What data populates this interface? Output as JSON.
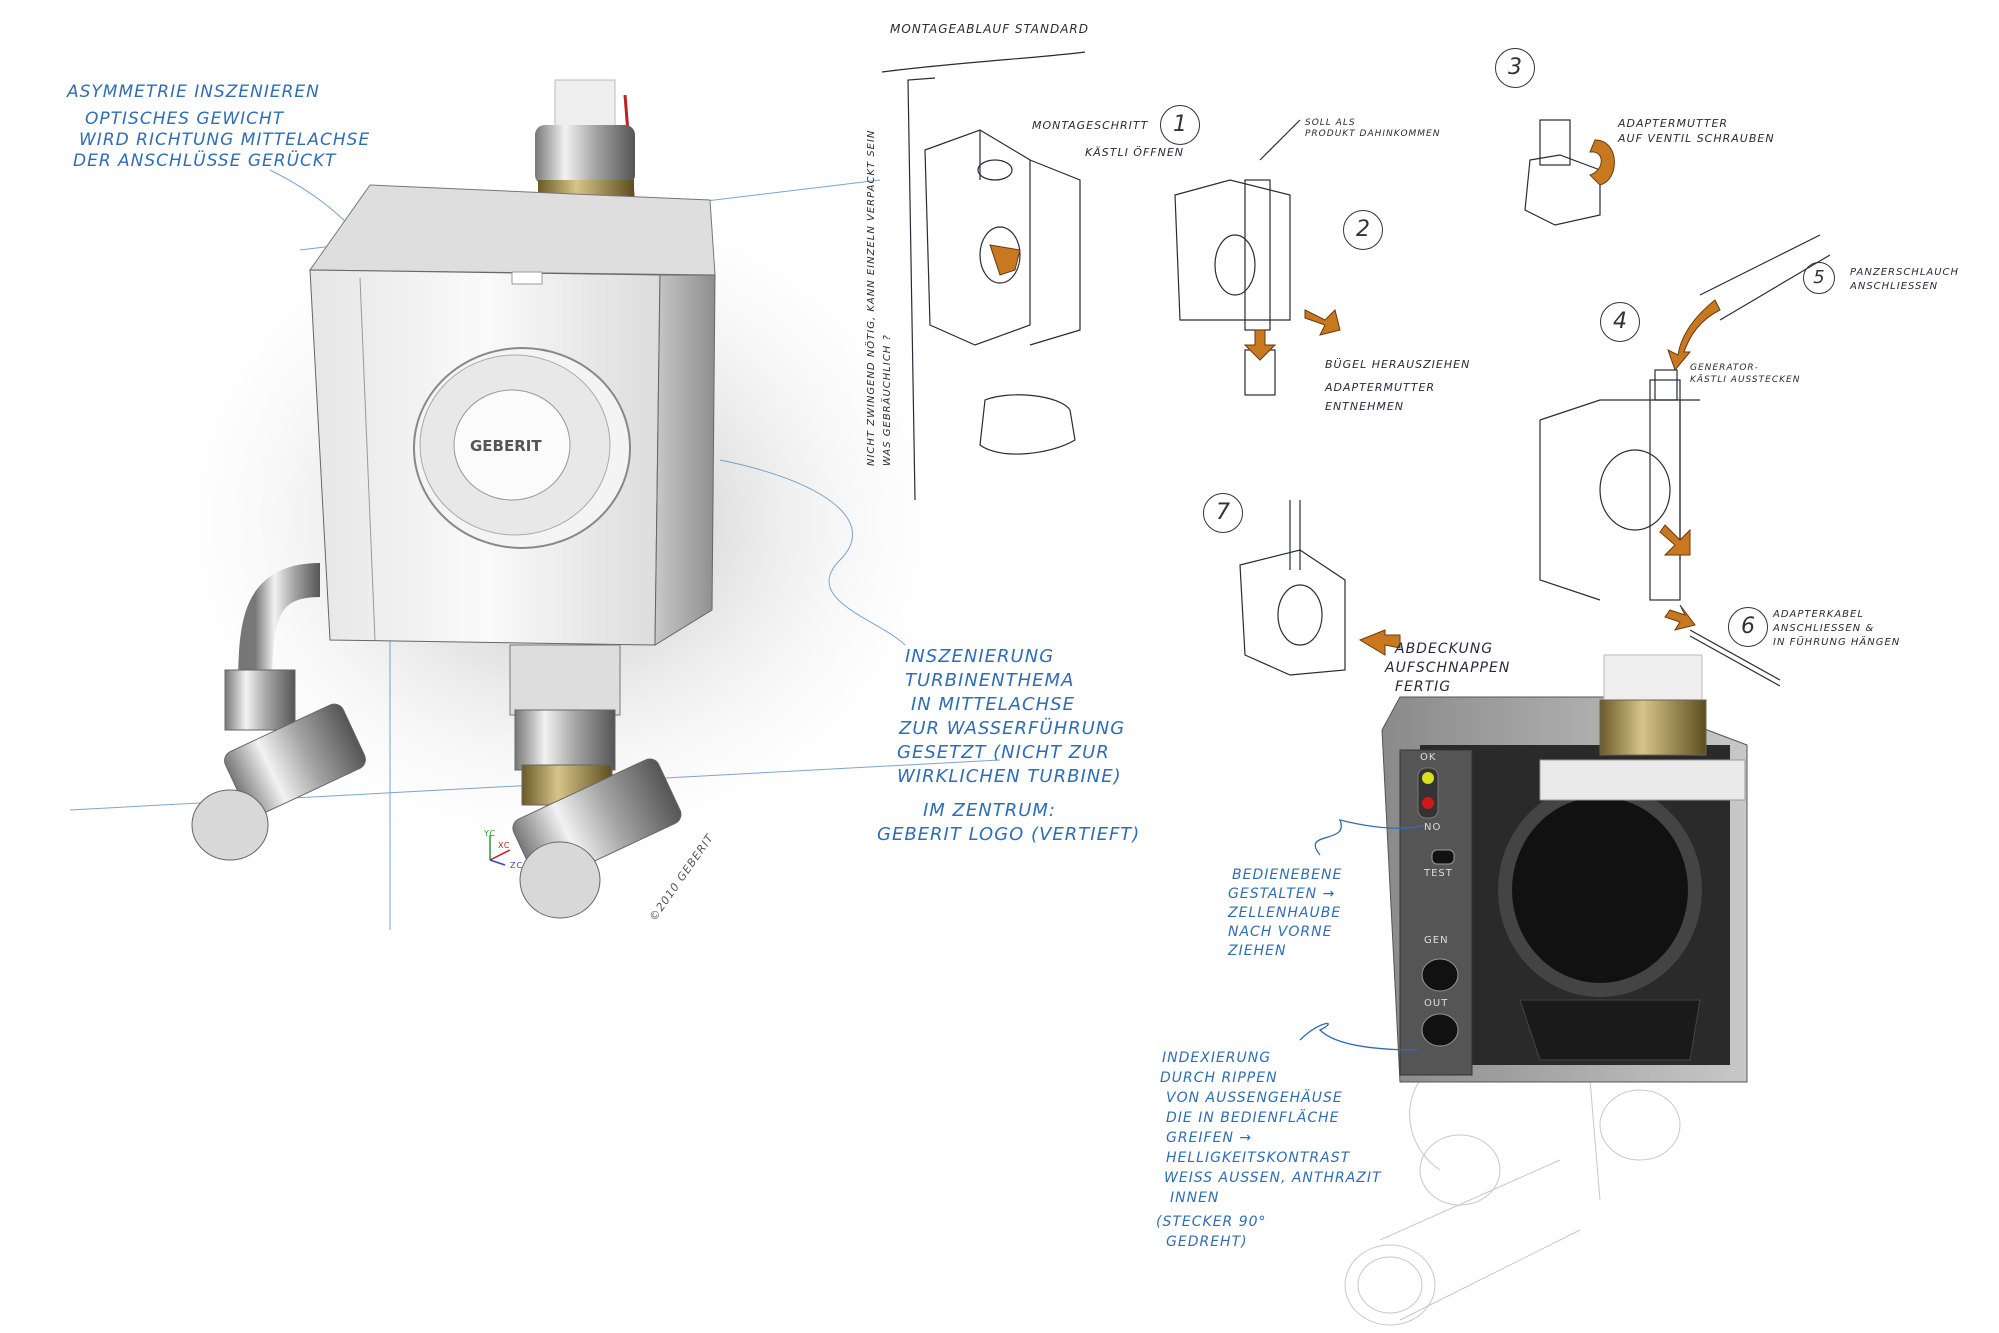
{
  "left_notes": {
    "heading": "Asymmetrie inszenieren",
    "lines": [
      "Optisches Gewicht",
      "wird Richtung Mittelachse",
      "der Anschlüsse gerückt"
    ]
  },
  "render": {
    "logo": "GEBERIT",
    "axes": [
      "YC",
      "XC",
      "ZC"
    ],
    "copyright": "©2010 GEBERIT"
  },
  "turbine_notes": {
    "lines": [
      "Inszenierung",
      "Turbinenthema",
      "in Mittelachse",
      "zur Wasserführung",
      "gesetzt (nicht zur",
      "wirklichen Turbine)"
    ],
    "center_lines": [
      "Im Zentrum:",
      "Geberit Logo (vertieft)"
    ]
  },
  "sketch": {
    "title": "Montageablauf Standard",
    "side_note": [
      "Nicht zwingend nötig, kann einzeln verpackt sein",
      "was gebräuchlich ?"
    ],
    "steps": [
      {
        "num": "1",
        "lines": [
          "Montageschritt",
          "Kästli öffnen"
        ]
      },
      {
        "num": "2",
        "lines": [
          "Bügel herausziehen",
          "Adaptermutter",
          "entnehmen"
        ]
      },
      {
        "num": "3",
        "lines": [
          "Adaptermutter",
          "auf Ventil schrauben"
        ]
      },
      {
        "num": "4",
        "lines": [
          "Generator-",
          "Kästli ausstecken"
        ]
      },
      {
        "num": "5",
        "lines": [
          "Panzerschlauch",
          "anschliessen"
        ]
      },
      {
        "num": "6",
        "lines": [
          "Adapterkabel",
          "anschliessen &",
          "in Führung hängen"
        ]
      },
      {
        "num": "7",
        "lines": [
          "Abdeckung",
          "aufschnappen",
          "fertig"
        ]
      }
    ],
    "product_note": [
      "Soll als",
      "Produkt dahinkommen"
    ]
  },
  "panel": {
    "labels": [
      "OK",
      "NO",
      "TEST",
      "GEN",
      "OUT"
    ]
  },
  "panel_notes": {
    "lines": [
      "Bedienebene",
      "gestalten →",
      "Zellenhaube",
      "nach vorne",
      "ziehen"
    ]
  },
  "index_notes": {
    "lines": [
      "Indexierung",
      "durch Rippen",
      "von Aussengehäuse",
      "die in Bedienfläche",
      "greifen →",
      "Helligkeitskontrast",
      "weiss aussen, anthrazit",
      "innen",
      "(Stecker 90°",
      "gedreht)"
    ]
  },
  "colors": {
    "ink_blue": "#2f6db5",
    "marker_orange": "#c8781e",
    "led_ok": "#d8e020",
    "led_no": "#d01818"
  }
}
